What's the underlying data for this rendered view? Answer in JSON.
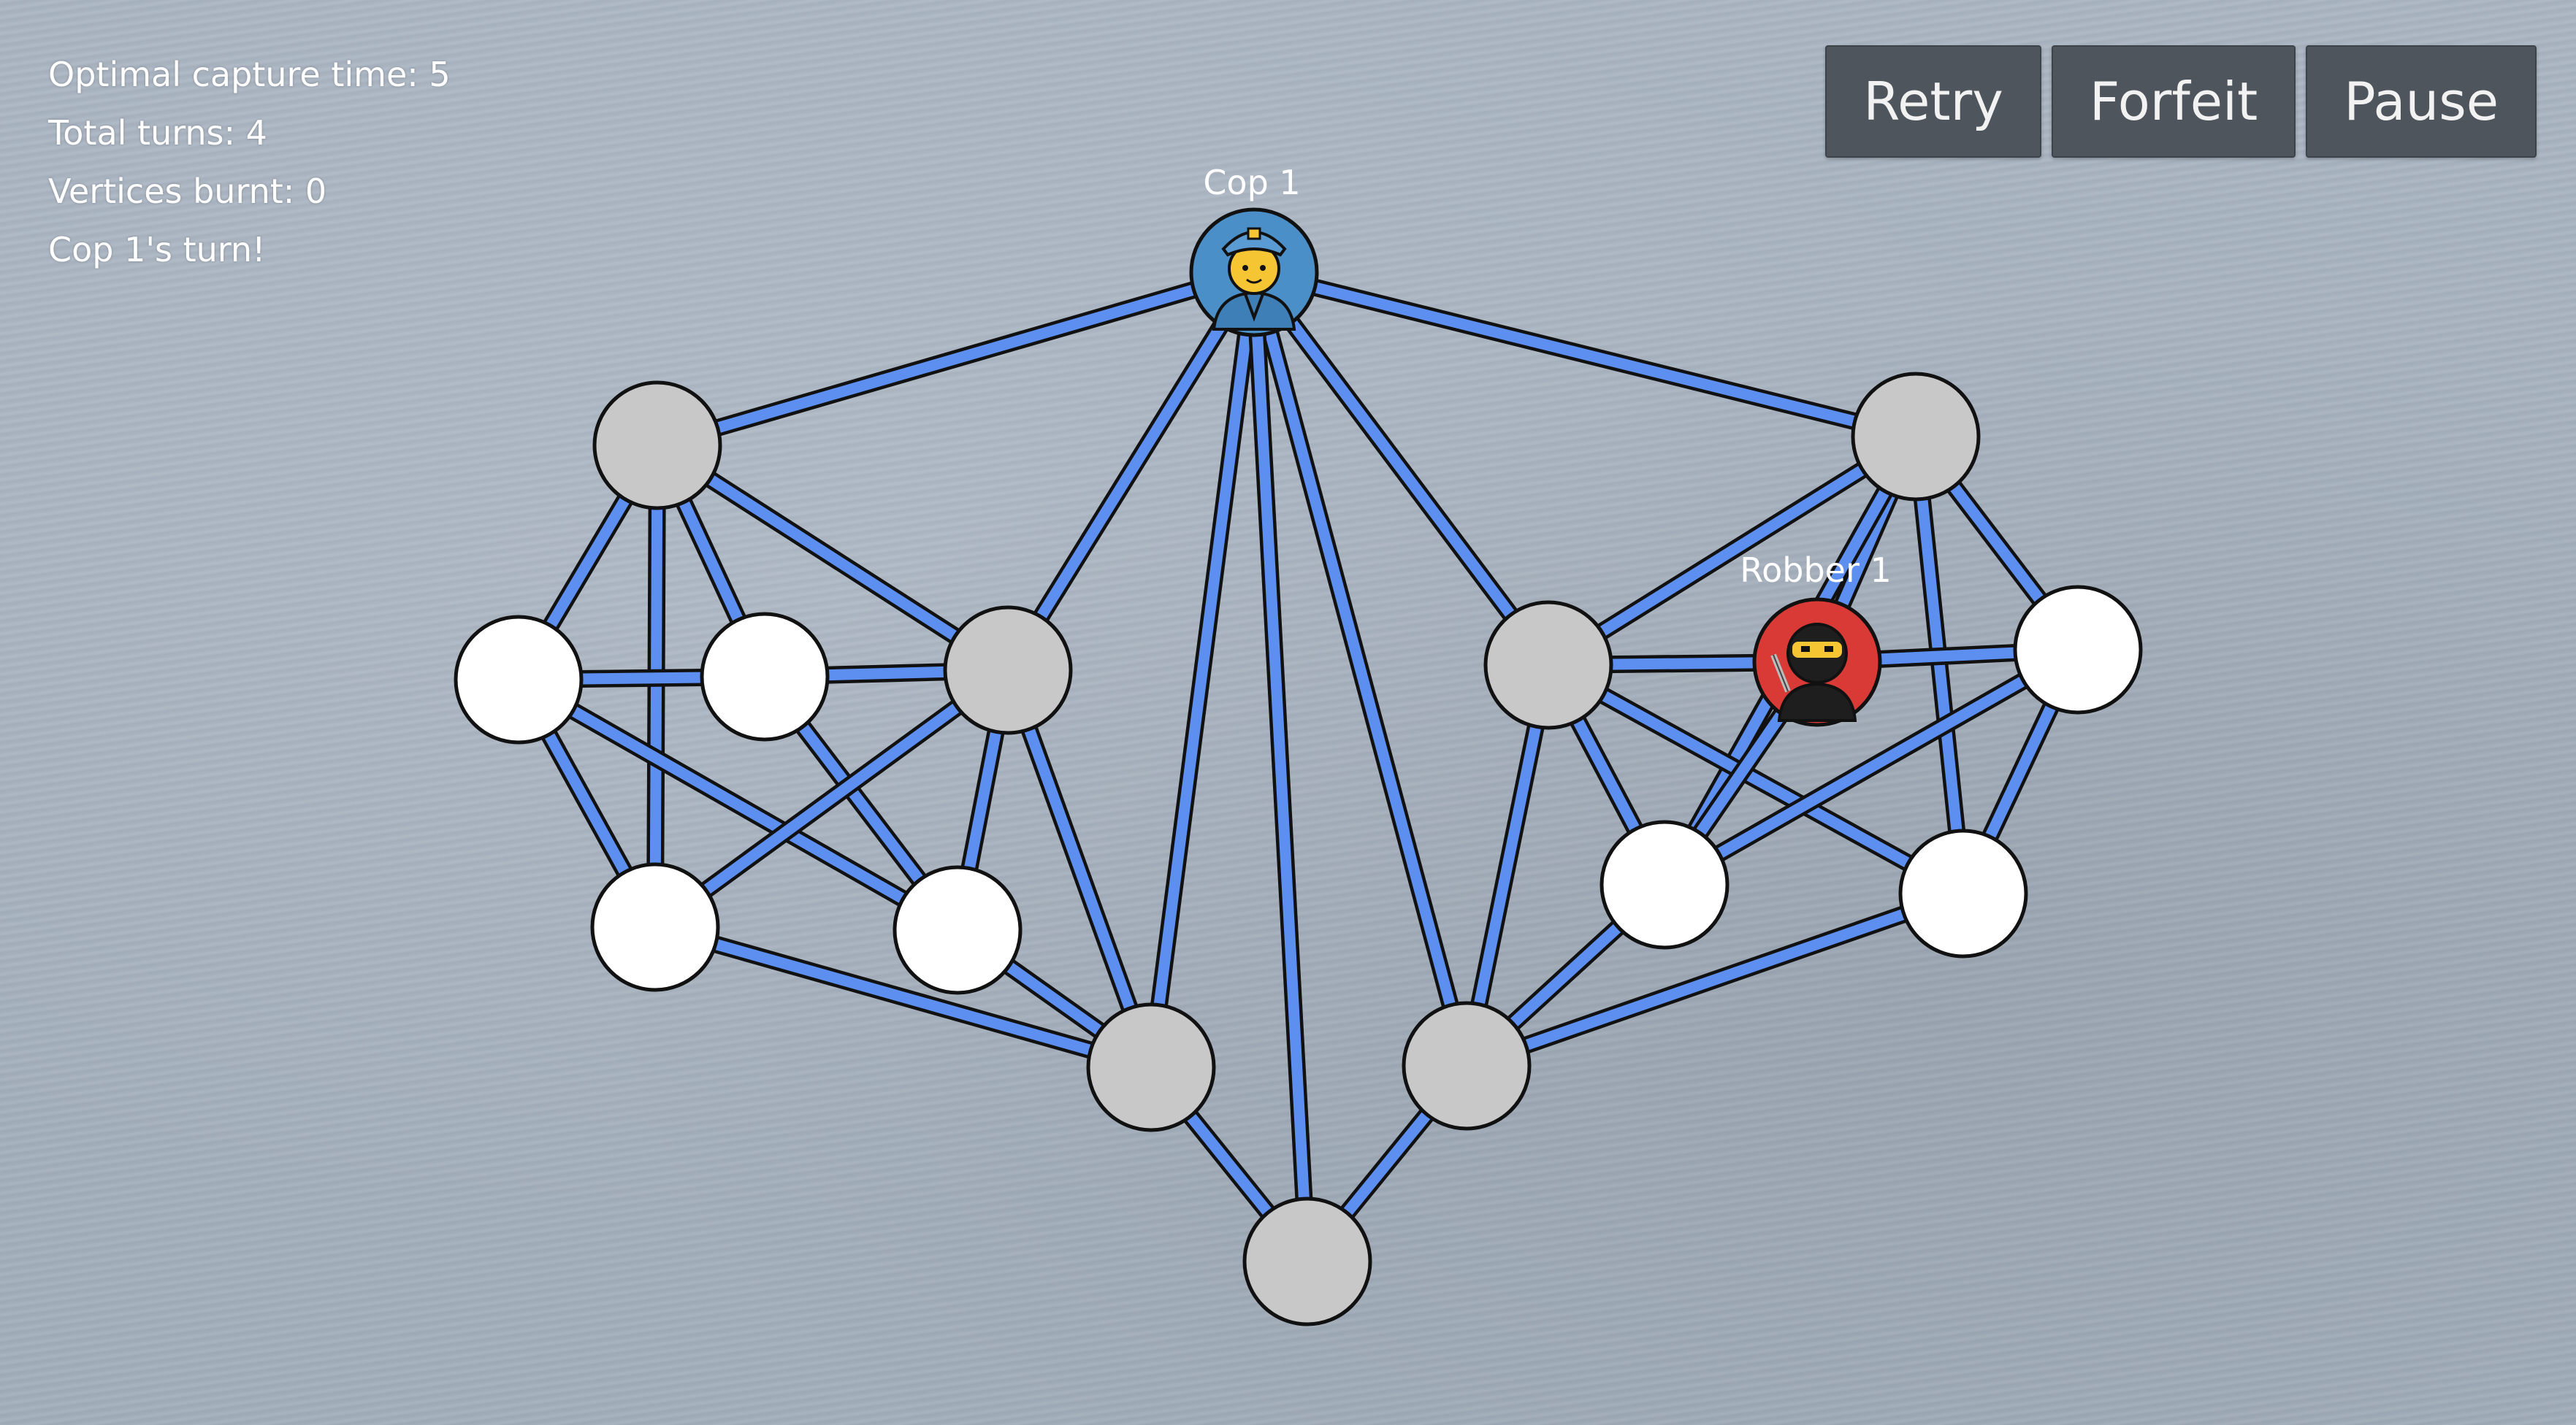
{
  "hud": {
    "optimal_capture": "Optimal capture time: 5",
    "total_turns": "Total turns: 4",
    "vertices_burnt": "Vertices burnt: 0",
    "turn_status": "Cop 1's turn!"
  },
  "buttons": {
    "retry": "Retry",
    "forfeit": "Forfeit",
    "pause": "Pause"
  },
  "pieces": {
    "cop": {
      "label": "Cop 1",
      "icon": "police-officer-icon",
      "color": "#4a8fc7"
    },
    "robber": {
      "label": "Robber 1",
      "icon": "ninja-icon",
      "color": "#d93a36"
    }
  },
  "colors": {
    "edge": "#5c8ff0",
    "vertex_white": "#ffffff",
    "vertex_gray": "#c8c8c8"
  }
}
